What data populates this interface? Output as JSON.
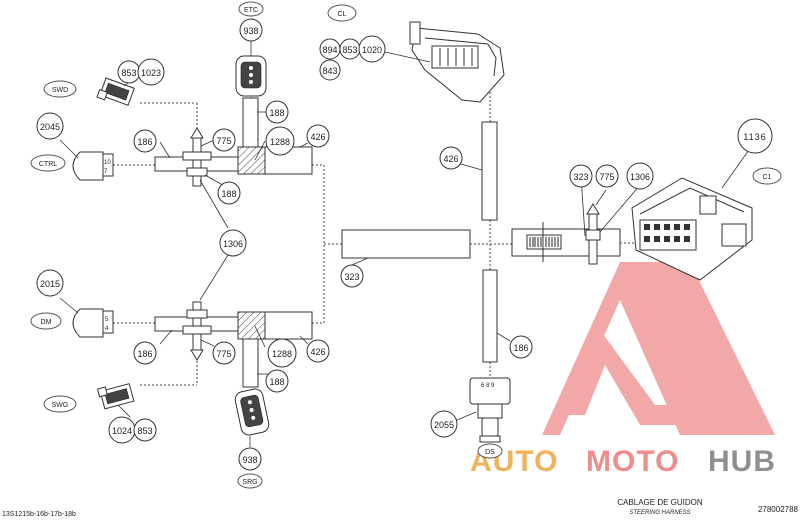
{
  "callouts": {
    "c938_top": "938",
    "c894": "894",
    "c853_top": "853",
    "c1020": "1020",
    "c843": "843",
    "c853_swd": "853",
    "c1023": "1023",
    "c2045": "2045",
    "c186_top": "186",
    "c775_top": "775",
    "c188_top": "188",
    "c1288_top": "1288",
    "c426_top": "426",
    "c188_mid": "188",
    "c426_mid": "426",
    "c1136": "1136",
    "c323_right": "323",
    "c775_right": "775",
    "c1306_right": "1306",
    "c1306_mid": "1306",
    "c323_left": "323",
    "c2015": "2015",
    "c186_bot": "186",
    "c775_bot": "775",
    "c1288_bot": "1288",
    "c426_bot": "426",
    "c188_bot": "188",
    "c186_right": "186",
    "c1024": "1024",
    "c853_swg": "853",
    "c2055": "2055",
    "c938_bot": "938"
  },
  "tags": {
    "etc": "ETC",
    "cl": "CL",
    "swd": "SWD",
    "ctrl": "CTRL",
    "c1": "C1",
    "dm": "DM",
    "swg": "SWG",
    "srg": "SRG",
    "ds": "DS"
  },
  "pins": {
    "ctrl_10": "10",
    "ctrl_7": "7",
    "dm_5": "5",
    "dm_4": "4",
    "ds_pins": "6 8 9"
  },
  "footer": {
    "doc_code": "13S1215b-16b-17b-18b",
    "title_fr": "CABLAGE DE GUIDON",
    "title_en": "STEERING HARNESS",
    "part_number": "278002788"
  },
  "watermark": {
    "text_auto": "AUTO",
    "text_moto": "MOTO",
    "text_hub": "HUB",
    "color_logo": "#f08c8c",
    "color_auto": "#f0b35a",
    "color_moto": "#f08c8c",
    "color_hub": "#8f8f8f"
  }
}
